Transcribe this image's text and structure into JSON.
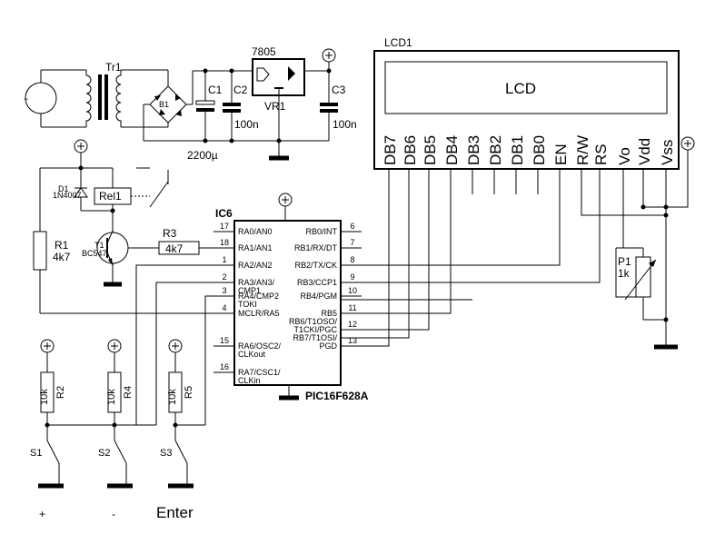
{
  "diagram": {
    "transformer": {
      "label": "Tr1",
      "ac_label": "~"
    },
    "bridge_label": "B1",
    "c1": {
      "label": "C1",
      "value": "2200µ"
    },
    "c2": {
      "label": "C2",
      "value": "100n"
    },
    "regulator": {
      "label": "7805",
      "ref": "VR1"
    },
    "c3": {
      "label": "C3",
      "value": "100n"
    },
    "diode": {
      "label": "D1",
      "value": "1N4007"
    },
    "relay": {
      "label": "Rel1"
    },
    "r1": {
      "label": "R1",
      "value": "4k7"
    },
    "r3": {
      "label": "R3",
      "value": "4k7"
    },
    "transistor": {
      "label": "T1",
      "value": "BC547"
    },
    "mcu": {
      "ref": "IC6",
      "part": "PIC16F628A",
      "left_pins": [
        {
          "num": "17",
          "name": "RA0/AN0"
        },
        {
          "num": "18",
          "name": "RA1/AN1"
        },
        {
          "num": "1",
          "name": "RA2/AN2"
        },
        {
          "num": "2",
          "name": "RA3/AN3/ CMP1"
        },
        {
          "num": "3",
          "name": "RA4/CMP2 TOKI"
        },
        {
          "num": "4",
          "name": "MCLR/RA5"
        },
        {
          "num": "15",
          "name": "RA6/OSC2/ CLKout"
        },
        {
          "num": "16",
          "name": "RA7/CSC1/ CLKin"
        }
      ],
      "right_pins": [
        {
          "num": "6",
          "name": "RB0/INT"
        },
        {
          "num": "7",
          "name": "RB1/RX/DT"
        },
        {
          "num": "8",
          "name": "RB2/TX/CK"
        },
        {
          "num": "9",
          "name": "RB3/CCP1"
        },
        {
          "num": "10",
          "name": "RB4/PGM"
        },
        {
          "num": "11",
          "name": "RB5"
        },
        {
          "num": "12",
          "name": "RB6/T1OSO/ T1CKI/PGC"
        },
        {
          "num": "13",
          "name": "RB7/T1OSI/ PGD"
        }
      ]
    },
    "lcd": {
      "ref": "LCD1",
      "screen_text": "LCD",
      "pins": [
        "DB7",
        "DB6",
        "DB5",
        "DB4",
        "DB3",
        "DB2",
        "DB1",
        "DB0",
        "EN",
        "R/W",
        "RS",
        "Vo",
        "Vdd",
        "Vss"
      ]
    },
    "p1": {
      "label": "P1",
      "value": "1k"
    },
    "r2": {
      "label": "R2",
      "value": "10k"
    },
    "r4": {
      "label": "R4",
      "value": "10k"
    },
    "r5": {
      "label": "R5",
      "value": "10k"
    },
    "switches": [
      {
        "label": "S1",
        "caption": "+"
      },
      {
        "label": "S2",
        "caption": "-"
      },
      {
        "label": "S3",
        "caption": "Enter"
      }
    ]
  }
}
